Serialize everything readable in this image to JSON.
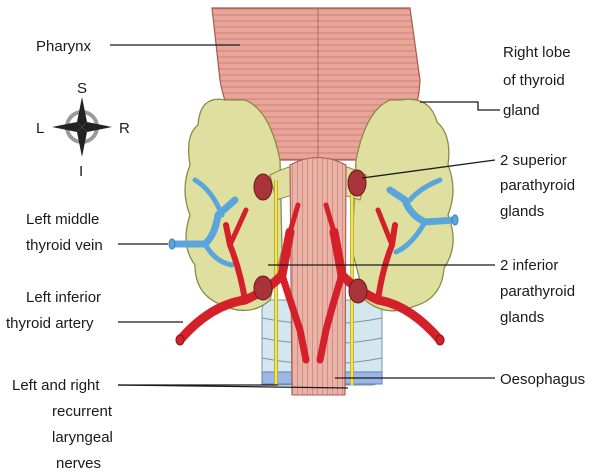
{
  "labels": {
    "pharynx": "Pharynx",
    "right_lobe": [
      "Right lobe",
      "of thyroid",
      "gland"
    ],
    "superior_parathyroid": [
      "2 superior",
      "parathyroid",
      "glands"
    ],
    "middle_vein": [
      "Left middle",
      "thyroid vein"
    ],
    "inferior_parathyroid": [
      "2 inferior",
      "parathyroid",
      "glands"
    ],
    "inferior_artery": [
      "Left inferior",
      "thyroid artery"
    ],
    "oesophagus": "Oesophagus",
    "recurrent_nerves": [
      "Left and right",
      "recurrent",
      "laryngeal",
      "nerves"
    ]
  },
  "compass": {
    "north": "S",
    "south": "I",
    "west": "L",
    "east": "R"
  },
  "colors": {
    "pharynx": "#e8a59a",
    "pharynx_lines": "#c9786c",
    "thyroid": "#dfe0a0",
    "thyroid_outline": "#8c8a45",
    "artery": "#d3202a",
    "vein": "#5aa6dc",
    "nerve": "#f2e35a",
    "parathyroid": "#a8343a",
    "trachea": "#d4e6ee",
    "oesophagus": "#e9b1a6"
  }
}
